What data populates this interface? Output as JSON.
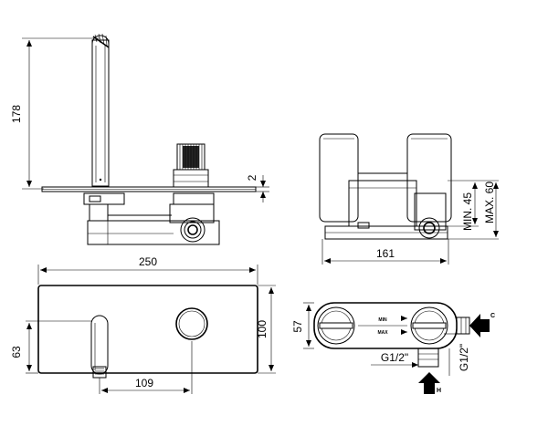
{
  "dimensions": {
    "height_178": "178",
    "plate_2": "2",
    "width_161": "161",
    "min_45": "MIN. 45",
    "max_60": "MAX. 60",
    "width_250": "250",
    "height_100": "100",
    "spout_63": "63",
    "spout_109": "109",
    "depth_57": "57",
    "thread_left": "G1/2\"",
    "thread_right": "G1/2\""
  },
  "labels": {
    "min": "MIN",
    "max": "MAX",
    "cold": "C",
    "hot": "H"
  },
  "colors": {
    "line": "#000000",
    "background": "#ffffff"
  }
}
